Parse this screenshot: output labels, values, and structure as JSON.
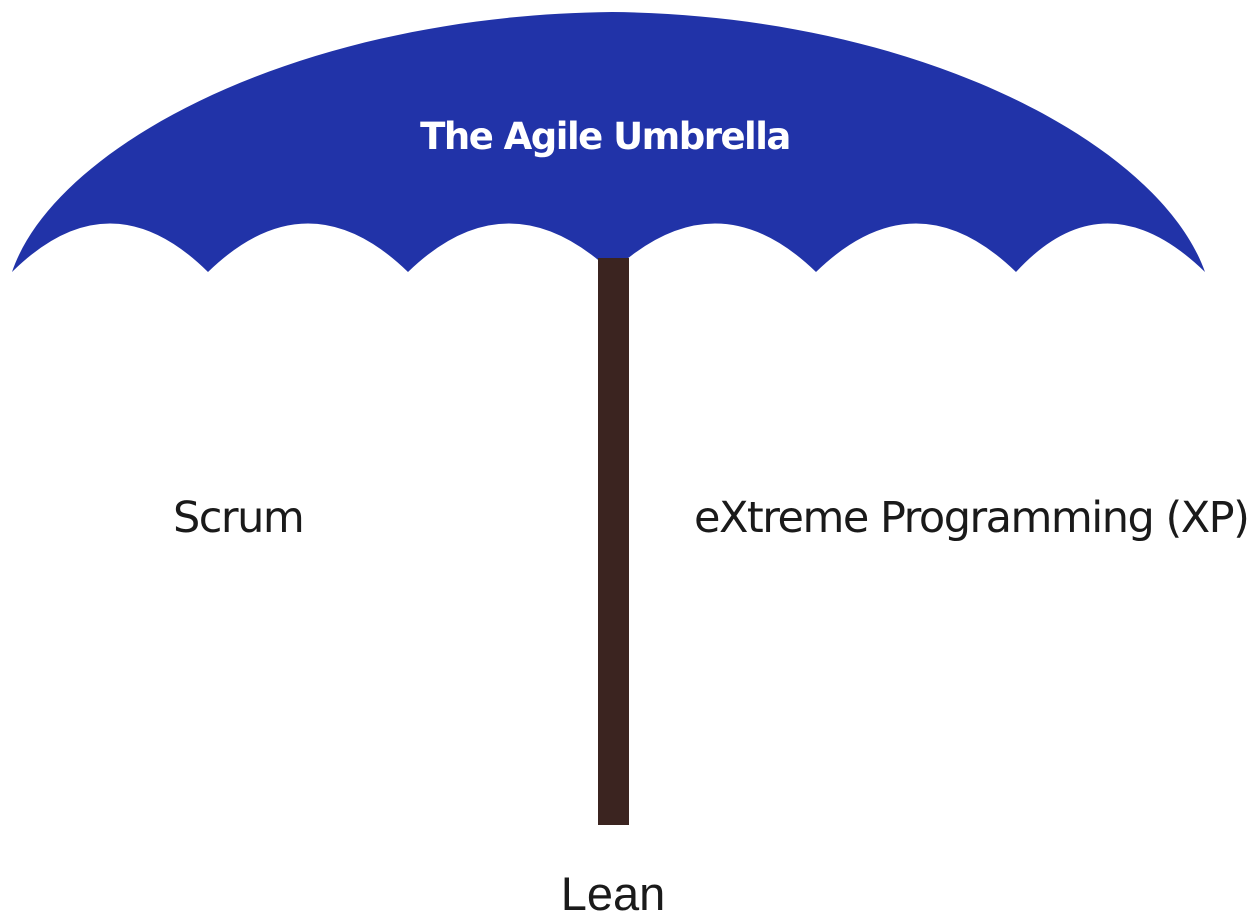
{
  "umbrella": {
    "title": "The Agile Umbrella",
    "canopy_color": "#2133A8",
    "pole_color": "#3B2420",
    "title_color": "#FFFFFF"
  },
  "labels": {
    "left": "Scrum",
    "right": "eXtreme Programming (XP)",
    "bottom": "Lean",
    "text_color": "#1A1A1A"
  }
}
